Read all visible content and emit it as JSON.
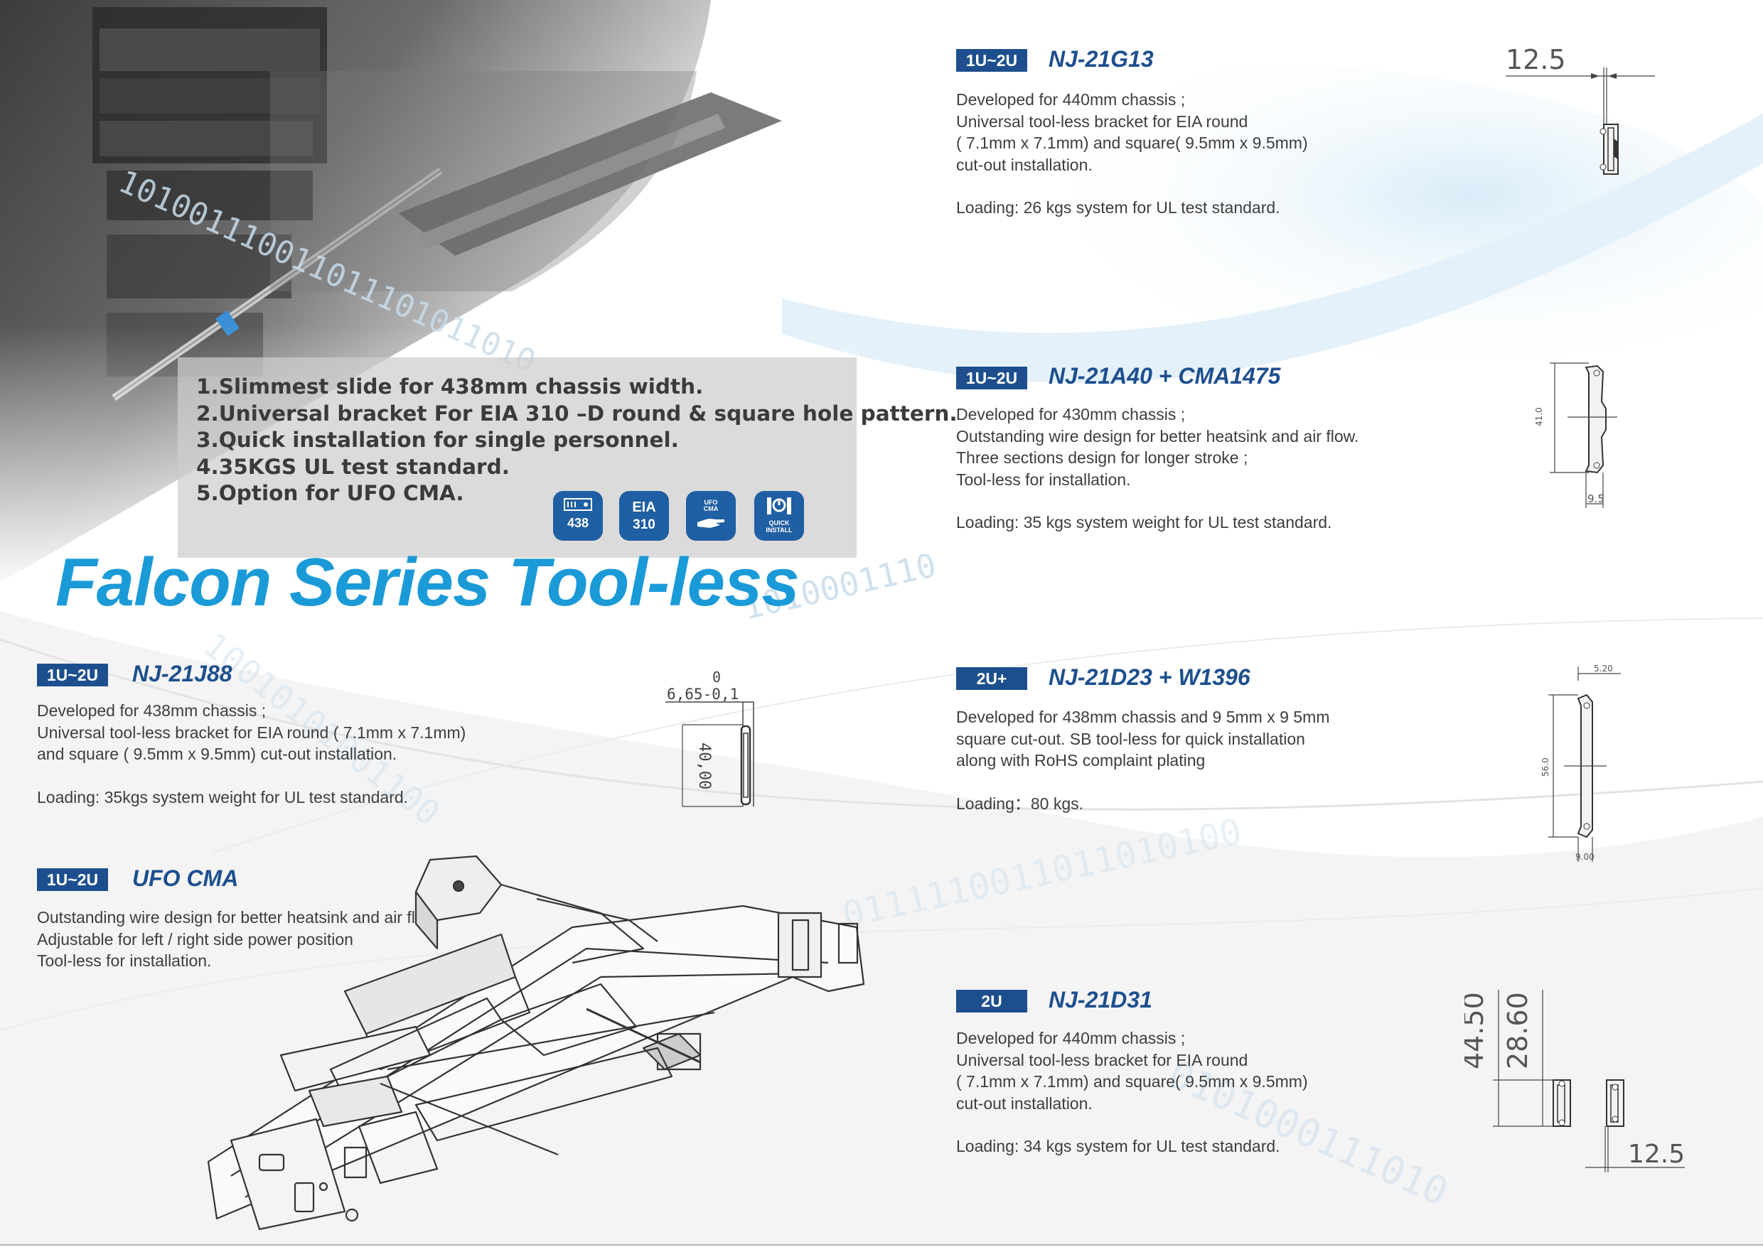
{
  "features": [
    "1.Slimmest slide for 438mm chassis width.",
    "2.Universal bracket For EIA 310 –D round & square hole pattern.",
    "3.Quick installation for single personnel.",
    "4.35KGS UL test standard.",
    "5.Option for UFO CMA."
  ],
  "icons": {
    "width": {
      "label": "438",
      "icon": "chassis-width-icon"
    },
    "eia": {
      "top": "EIA",
      "bottom": "310"
    },
    "ufo": {
      "top": "UFO",
      "bottom": "CMA",
      "icon": "hand-icon"
    },
    "quick": {
      "top": "QUICK",
      "bottom": "INSTALL",
      "icon": "quick-install-icon"
    }
  },
  "series_title": "Falcon Series Tool-less",
  "products": {
    "j88": {
      "badge": "1U~2U",
      "name": "NJ-21J88",
      "lines": [
        "Developed for 438mm chassis ;",
        "Universal tool-less bracket for EIA round ( 7.1mm x 7.1mm)",
        "and square ( 9.5mm x 9.5mm) cut-out installation."
      ],
      "loading": "Loading: 35kgs system weight for UL test standard.",
      "dims": {
        "top": "0",
        "width": "6,65-0,1",
        "height": "40,00"
      }
    },
    "ufo": {
      "badge": "1U~2U",
      "name": "UFO CMA",
      "lines": [
        "Outstanding wire design for better heatsink and air flow.",
        "Adjustable for left / right side power position",
        "Tool-less for installation."
      ]
    },
    "g13": {
      "badge": "1U~2U",
      "name": "NJ-21G13",
      "lines": [
        "Developed for 440mm chassis ;",
        "Universal tool-less bracket for EIA round",
        "( 7.1mm x 7.1mm) and square( 9.5mm x 9.5mm)",
        "cut-out installation."
      ],
      "loading": "Loading: 26 kgs system for UL test standard.",
      "dims": {
        "width": "12.5"
      }
    },
    "a40": {
      "badge": "1U~2U",
      "name": "NJ-21A40 + CMA1475",
      "lines": [
        "Developed for 430mm chassis ;",
        "Outstanding wire design for better heatsink and air flow.",
        "Three sections design for longer stroke ;",
        "Tool-less for installation."
      ],
      "loading": "Loading: 35 kgs system weight for UL test standard.",
      "dims": {
        "height": "41.0",
        "width": "9.5"
      }
    },
    "d23": {
      "badge": "2U+",
      "name": "NJ-21D23 + W1396",
      "lines": [
        "Developed for 438mm chassis and 9 5mm x 9 5mm",
        "square cut-out. SB tool-less for quick installation",
        "along with RoHS complaint plating"
      ],
      "loading": "Loading：80 kgs.",
      "dims": {
        "top": "5.20",
        "height": "56.0",
        "bottom": "9.00"
      }
    },
    "d31": {
      "badge": "2U",
      "name": "NJ-21D31",
      "lines": [
        "Developed for 440mm chassis ;",
        "Universal tool-less bracket for EIA round",
        "( 7.1mm x 7.1mm) and square( 9.5mm x 9.5mm)",
        "cut-out installation."
      ],
      "loading": "Loading: 34 kgs system for UL test standard.",
      "dims": {
        "h1": "44.50",
        "h2": "28.60",
        "width": "12.5"
      }
    }
  },
  "colors": {
    "accent": "#1b9ad8",
    "badge": "#1d4f8e",
    "icon": "#1f5fa3",
    "text": "#3d3d3d"
  }
}
